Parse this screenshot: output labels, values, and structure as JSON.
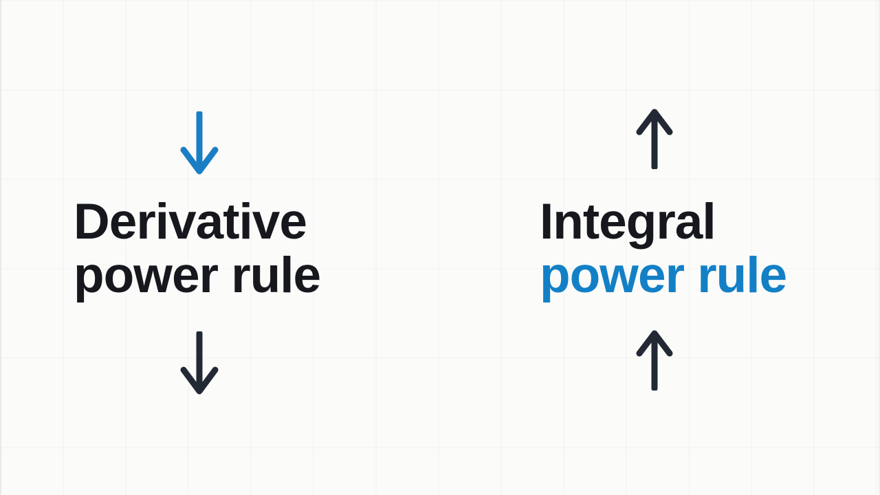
{
  "page": {
    "background_color": "#fbfbfa",
    "description_left": "Derivative power rule with downward arrows",
    "description_right": "Integral power rule with upward arrows"
  },
  "colors": {
    "text_dark": "#16181d",
    "text_blue": "#1380c6",
    "arrow_blue": "#1b7ec4",
    "arrow_dark": "#222935"
  },
  "left_group": {
    "top_arrow_icon": "arrow-down-blue-icon",
    "title": {
      "line1": "Derivative",
      "line2": "power rule"
    },
    "bottom_arrow_icon": "arrow-down-dark-icon"
  },
  "right_group": {
    "top_arrow_icon": "arrow-up-dark-icon",
    "title": {
      "line1": "Integral",
      "line2": "power rule"
    },
    "bottom_arrow_icon": "arrow-up-dark-icon"
  }
}
